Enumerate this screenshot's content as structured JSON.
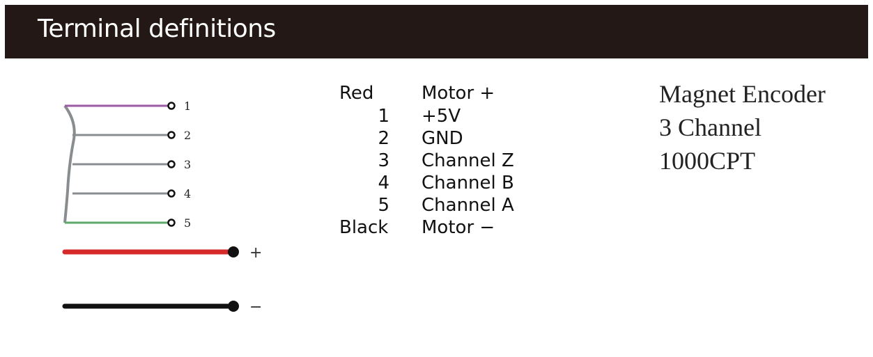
{
  "header": {
    "title": "Terminal definitions"
  },
  "diagram": {
    "pins": [
      {
        "label": "1",
        "color": "#9b59a6"
      },
      {
        "label": "2",
        "color": "#8a8d90"
      },
      {
        "label": "3",
        "color": "#8a8d90"
      },
      {
        "label": "4",
        "color": "#8a8d90"
      },
      {
        "label": "5",
        "color": "#5aa86b"
      }
    ],
    "bundle_color": "#8a8d90",
    "power_wires": [
      {
        "sign": "+",
        "color": "#d62a2a"
      },
      {
        "sign": "−",
        "color": "#111111"
      }
    ]
  },
  "terminals": [
    {
      "wire": "Red",
      "function": "Motor +"
    },
    {
      "wire": "1",
      "function": "+5V"
    },
    {
      "wire": "2",
      "function": "GND"
    },
    {
      "wire": "3",
      "function": "Channel Z"
    },
    {
      "wire": "4",
      "function": "Channel B"
    },
    {
      "wire": "5",
      "function": "Channel A"
    },
    {
      "wire": "Black",
      "function": "Motor −"
    }
  ],
  "specs": {
    "line1": "Magnet Encoder",
    "line2": "3 Channel",
    "line3": "1000CPT"
  }
}
